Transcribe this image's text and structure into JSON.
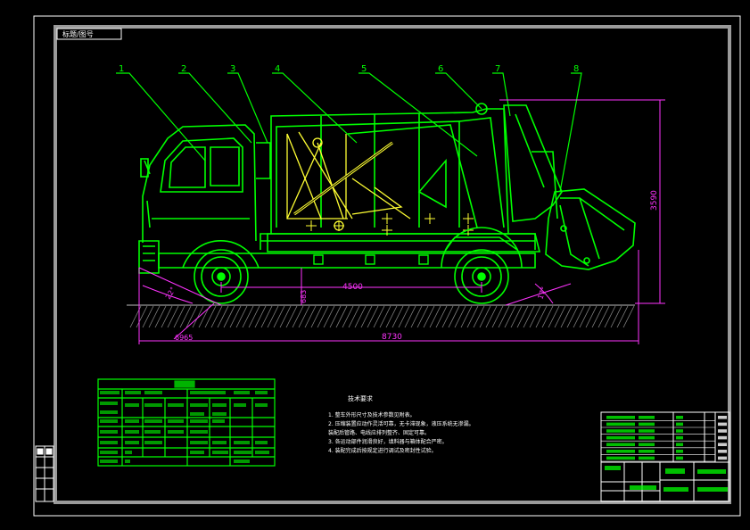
{
  "drawing": {
    "corner_tag": "标题/图号",
    "dimensions": {
      "wheelbase": "4500",
      "overall_length": "8730",
      "height": "3590",
      "front_overhang": "6965",
      "ground_clearance": "683",
      "approach_angle": "22°",
      "departure_angle": "17°"
    },
    "callouts": [
      "1",
      "2",
      "3",
      "4",
      "5",
      "6",
      "7",
      "8"
    ]
  },
  "tech_requirements": {
    "title": "技术要求",
    "lines": [
      "1. 整车外形尺寸及技术参数见附表。",
      "2. 压缩装置应动作灵活可靠，无卡滞现象，液压系统无渗漏。",
      "装配后管路、电线应排列整齐、固定可靠。",
      "3. 各运动部件润滑良好，填料器与箱体配合严密。",
      "4. 装配完成后按规定进行调试及密封性试验。"
    ]
  },
  "colors": {
    "outline": "#00ff00",
    "mechanism": "#ffff33",
    "dimension": "#ff33ff",
    "hatch": "#bbbbbb",
    "frame": "#ffffff"
  }
}
